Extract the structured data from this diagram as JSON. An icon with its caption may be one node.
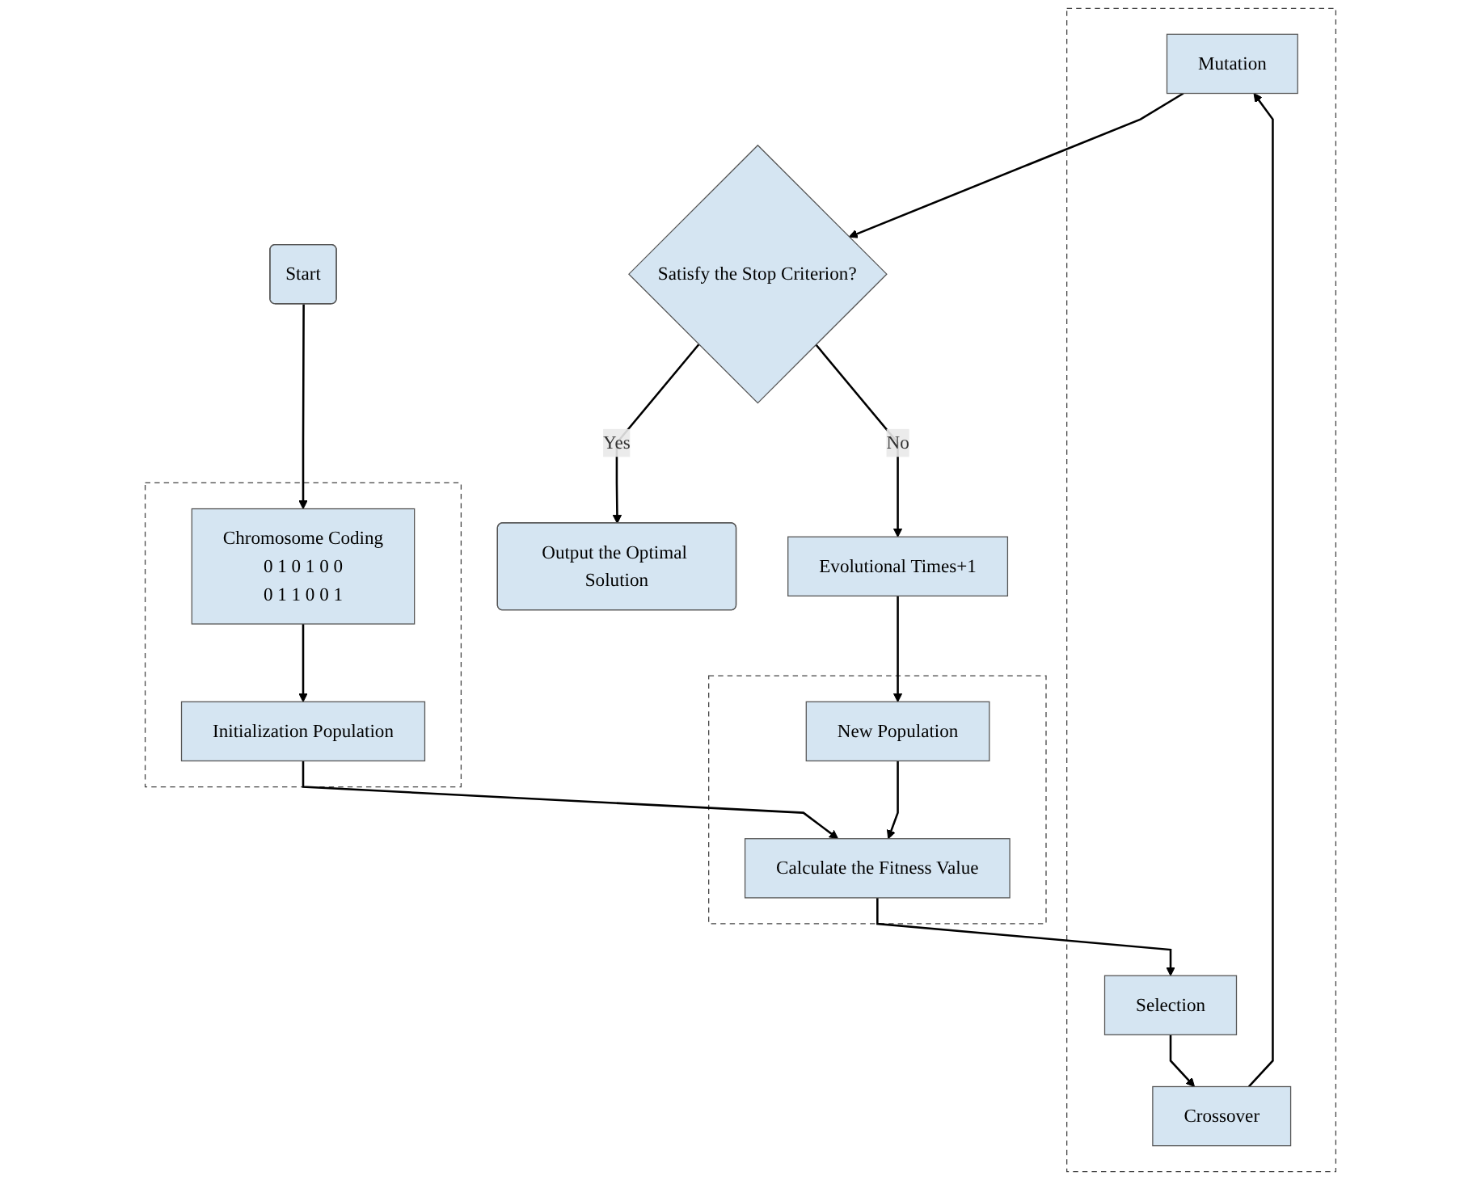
{
  "diagram": {
    "nodes": [
      {
        "text": [
          "Start"
        ]
      },
      {
        "text": [],
        "shape": "box"
      },
      {
        "text": [
          "Chromosome Coding",
          "0 1 0 1 0 0",
          "0 1 1 0 0 1"
        ],
        "in": 1
      },
      {
        "text": [
          "Initialization Population"
        ],
        "in": 1
      },
      {
        "text": [
          "Output the Optimal Solution"
        ]
      },
      {
        "text": [
          "Satisfy the Stop Criterion?"
        ]
      },
      {
        "text": [
          "Evolutional Times+1"
        ]
      },
      {
        "text": [],
        "shape": "box"
      },
      {
        "text": [
          "New Population"
        ],
        "in": 7
      },
      {
        "text": [
          "Calculate the Fitness Value"
        ],
        "in": 7
      },
      {
        "text": [],
        "shape": "box"
      },
      {
        "text": [
          "Mutation"
        ],
        "in": 10
      },
      {
        "text": [
          "Crossover"
        ],
        "in": 10
      },
      {
        "text": [
          "Selection"
        ],
        "in": 10
      }
    ],
    "edges": [
      {
        "from": 0,
        "to": 2,
        "arrow": "to"
      },
      {
        "from": 2,
        "to": 3,
        "arrow": "to"
      },
      {
        "from": 3,
        "to": 9,
        "arrow": "to"
      },
      {
        "from": 9,
        "to": 13,
        "arrow": "to"
      },
      {
        "from": 13,
        "to": 12,
        "arrow": "to"
      },
      {
        "from": 12,
        "to": 11,
        "arrow": "to"
      },
      {
        "from": 11,
        "to": 5,
        "arrow": "to"
      },
      {
        "from": 5,
        "to": 4,
        "arrow": "to",
        "label": "Yes"
      },
      {
        "from": 5,
        "to": 6,
        "arrow": "to",
        "label": "No"
      },
      {
        "from": 6,
        "to": 8,
        "arrow": "to"
      },
      {
        "from": 8,
        "to": 9,
        "arrow": "to"
      }
    ]
  }
}
